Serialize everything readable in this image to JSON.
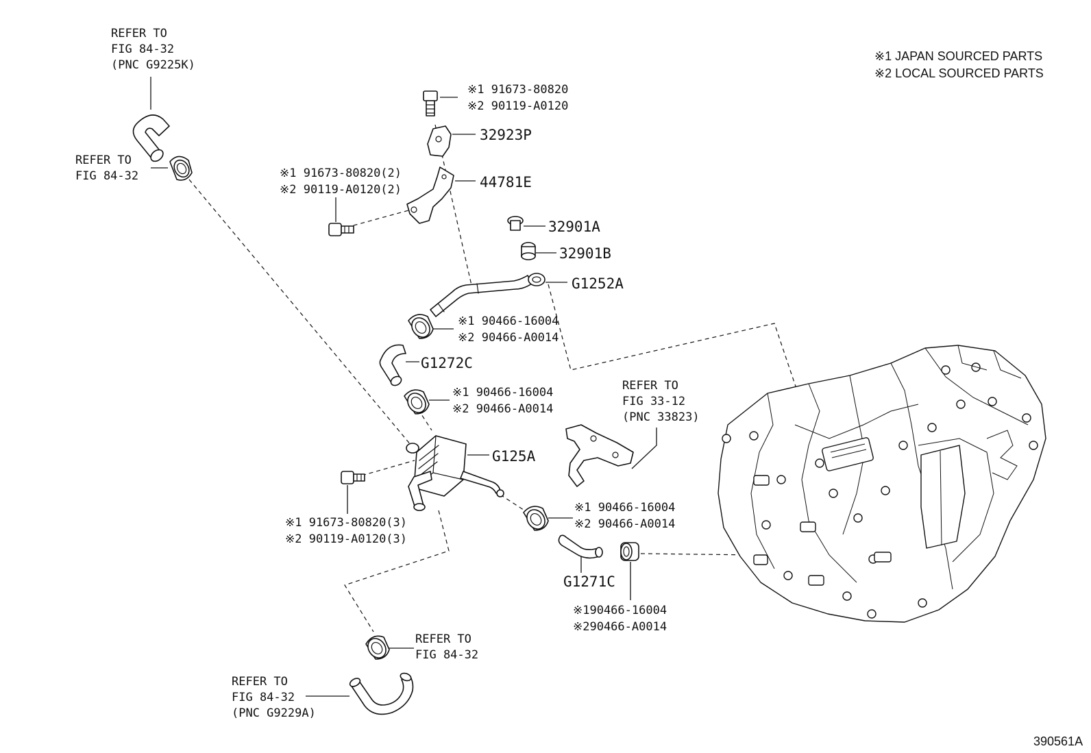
{
  "legend": {
    "line1": "※1 JAPAN SOURCED PARTS",
    "line2": "※2 LOCAL SOURCED PARTS"
  },
  "figure_code": "390561A",
  "refs": {
    "top_left_1": "REFER TO",
    "top_left_2": "FIG 84-32",
    "top_left_3": "(PNC G9225K)",
    "left_1": "REFER TO",
    "left_2": "FIG 84-32",
    "mid_1": "REFER TO",
    "mid_2": "FIG 33-12",
    "mid_3": "(PNC 33823)",
    "bottom_clamp_1": "REFER TO",
    "bottom_clamp_2": "FIG 84-32",
    "bottom_hose_1": "REFER TO",
    "bottom_hose_2": "FIG 84-32",
    "bottom_hose_3": "(PNC G9229A)"
  },
  "parts": {
    "bolt_top_1": "※1 91673-80820",
    "bolt_top_2": "※2 90119-A0120",
    "p32923P": "32923P",
    "bolt_bracket_1": "※1 91673-80820(2)",
    "bolt_bracket_2": "※2 90119-A0120(2)",
    "p44781E": "44781E",
    "p32901A": "32901A",
    "p32901B": "32901B",
    "pG1252A": "G1252A",
    "clamp_a_1": "※1 90466-16004",
    "clamp_a_2": "※2 90466-A0014",
    "pG1272C": "G1272C",
    "clamp_b_1": "※1 90466-16004",
    "clamp_b_2": "※2 90466-A0014",
    "pG125A": "G125A",
    "bolt_cooler_1": "※1  91673-80820(3)",
    "bolt_cooler_2": "※2  90119-A0120(3)",
    "clamp_c_1": "※1 90466-16004",
    "clamp_c_2": "※2 90466-A0014",
    "pG1271C": "G1271C",
    "clamp_d_1": "※190466-16004",
    "clamp_d_2": "※290466-A0014"
  }
}
